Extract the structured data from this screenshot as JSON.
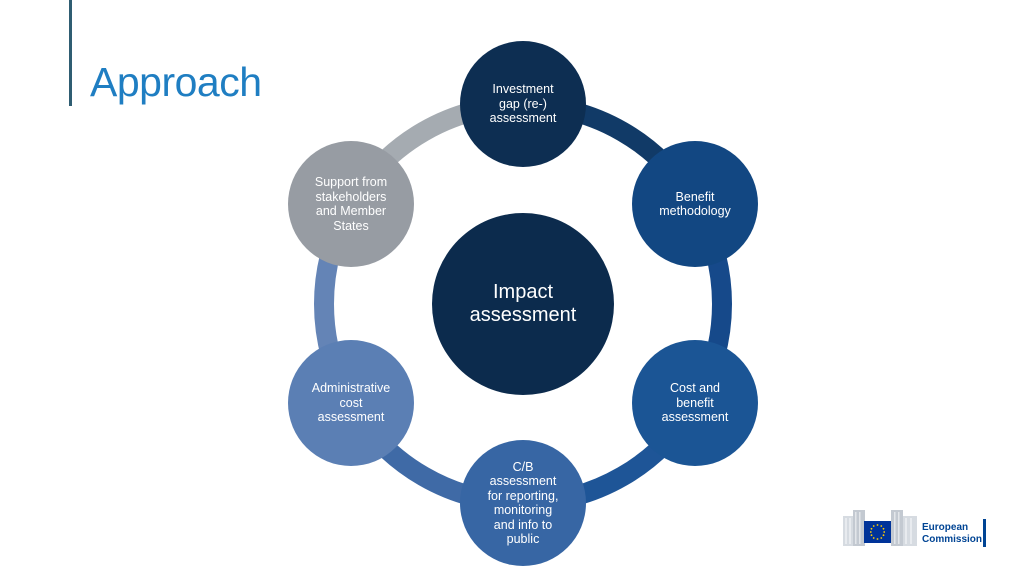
{
  "slide": {
    "title": "Approach"
  },
  "diagram": {
    "center": {
      "label": "Impact\nassessment",
      "color": "#0c2b4d"
    },
    "nodes": [
      {
        "id": "investment-gap",
        "label": "Investment\ngap (re-)\nassessment",
        "color": "#0d2e52"
      },
      {
        "id": "benefit-methodology",
        "label": "Benefit\nmethodology",
        "color": "#124782"
      },
      {
        "id": "cost-benefit",
        "label": "Cost and\nbenefit\nassessment",
        "color": "#1b5595"
      },
      {
        "id": "cb-reporting",
        "label": "C/B\nassessment\nfor reporting,\nmonitoring\nand info to\npublic",
        "color": "#3766a4"
      },
      {
        "id": "administrative-cost",
        "label": "Administrative\ncost\nassessment",
        "color": "#5b7fb4"
      },
      {
        "id": "support-stakeholders",
        "label": "Support from\nstakeholders\nand Member\nStates",
        "color": "#979ca3"
      }
    ],
    "ring_colors": [
      "#113a67",
      "#16498a",
      "#1e5597",
      "#3f6aa6",
      "#6484b6",
      "#a5abb1"
    ]
  },
  "logo": {
    "text": "European\nCommission"
  }
}
